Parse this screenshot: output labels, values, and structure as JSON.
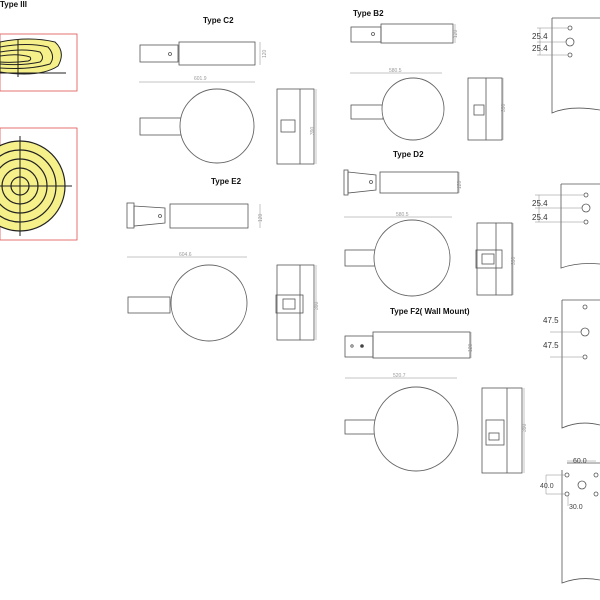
{
  "photometric": {
    "title": "Type III",
    "highlight_color": "#e05050",
    "fill_color": "#f6f08a"
  },
  "types": {
    "c2": {
      "title": "Type C2",
      "length": "601.9",
      "height": "120",
      "width": "390"
    },
    "e2": {
      "title": "Type E2",
      "length": "604.6",
      "height": "120",
      "width": "390"
    },
    "b2": {
      "title": "Type B2",
      "length": "580.5",
      "height": "120",
      "width": "390"
    },
    "d2": {
      "title": "Type D2",
      "length": "580.5",
      "height": "120",
      "width": "390"
    },
    "f2": {
      "title": "Type F2( Wall Mount)",
      "length": "520.7",
      "height": "120",
      "width": "390"
    }
  },
  "poles": {
    "p1": {
      "a": "25.4",
      "b": "25.4"
    },
    "p2": {
      "a": "25.4",
      "b": "25.4"
    },
    "p3": {
      "a": "47.5",
      "b": "47.5"
    },
    "p4": {
      "a": "60.0",
      "b": "40.0",
      "c": "30.0"
    }
  }
}
